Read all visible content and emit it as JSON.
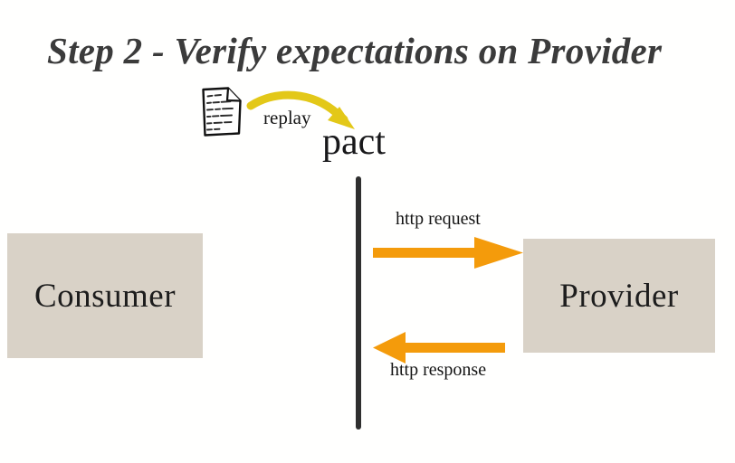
{
  "diagram": {
    "title": "Step 2 - Verify expectations on Provider",
    "colors": {
      "box_fill": "#d9d2c7",
      "box_text": "#1d1d1d",
      "title_text": "#3b3b3b",
      "boundary_line": "#2f2f2f",
      "http_arrow": "#f49b0b",
      "replay_arrow": "#e3c818",
      "background": "#ffffff"
    },
    "participants": [
      {
        "id": "consumer",
        "label": "Consumer"
      },
      {
        "id": "provider",
        "label": "Provider"
      }
    ],
    "artifact": {
      "icon": "document-icon",
      "label": "pact",
      "action_label": "replay"
    },
    "messages": [
      {
        "id": "http-request",
        "label": "http request",
        "direction": "right"
      },
      {
        "id": "http-response",
        "label": "http response",
        "direction": "left"
      }
    ]
  }
}
